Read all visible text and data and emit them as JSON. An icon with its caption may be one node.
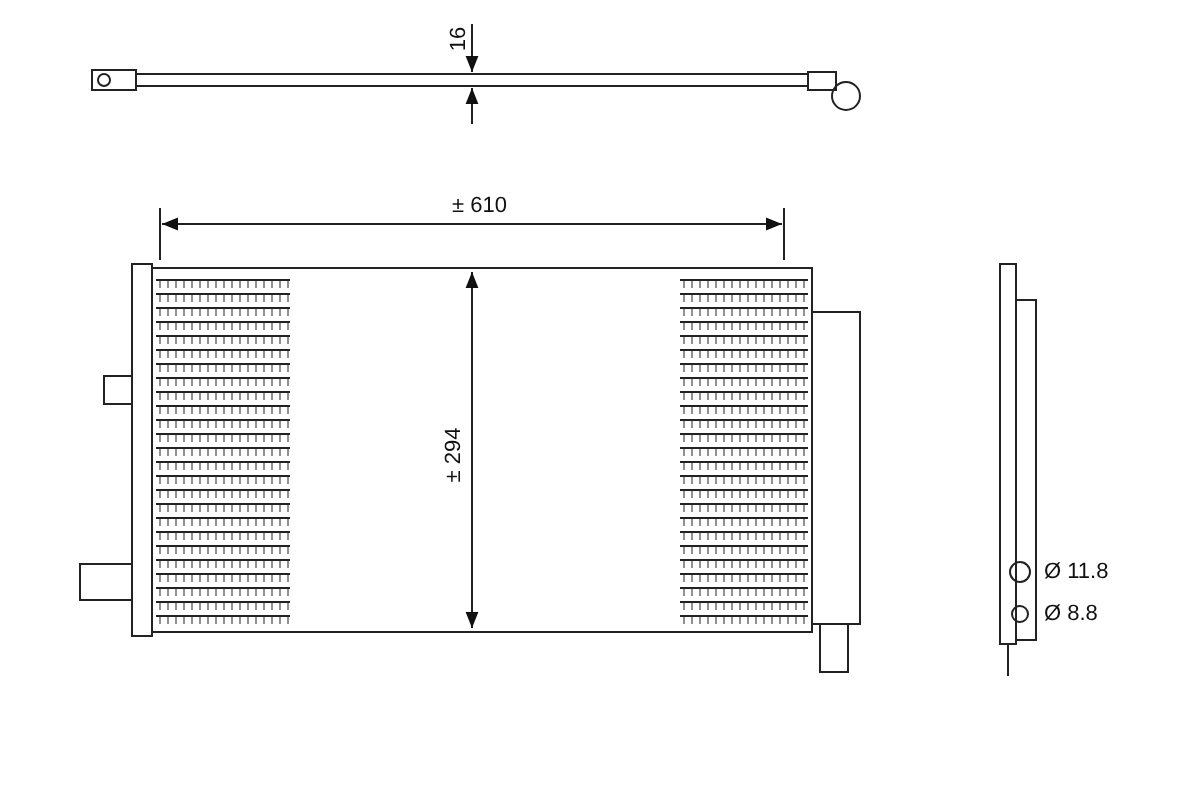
{
  "diagram": {
    "labels": [
      "16",
      "± 610",
      "± 294",
      "Ø 11.8",
      "Ø 8.8"
    ]
  }
}
